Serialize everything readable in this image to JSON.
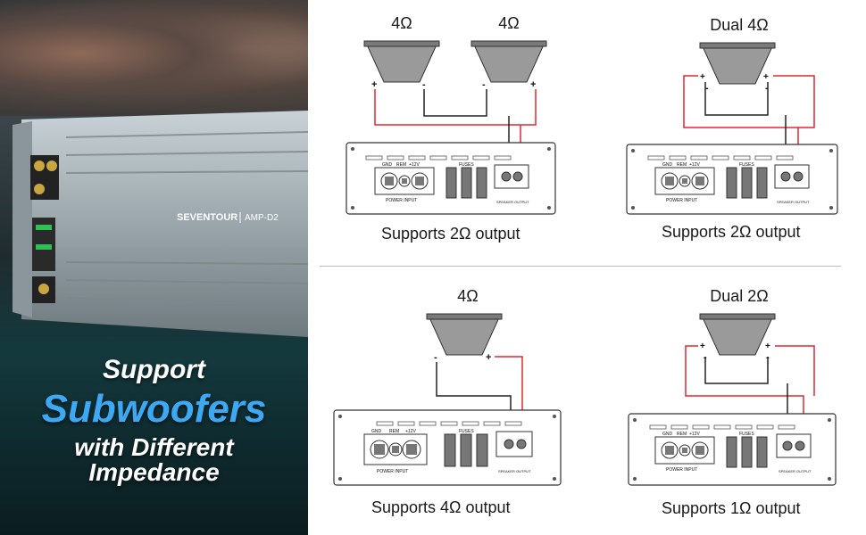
{
  "brand": {
    "logo_text": "SEVENTOUR",
    "model_label": "AMP-D2"
  },
  "tagline": {
    "line1": "Support",
    "line2": "Subwoofers",
    "line3": "with Different",
    "line4": "Impedance",
    "accent_color": "#3da9f5"
  },
  "panel_labels": {
    "gnd": "GND",
    "rem": "REM",
    "plus12v": "+12V",
    "fuses": "FUSES",
    "power_input": "POWER INPUT",
    "speaker_output": "SPEAKER OUTPUT",
    "plus": "+",
    "minus": "-"
  },
  "wire_colors": {
    "positive": "#e0282e",
    "negative": "#222222"
  },
  "diagrams": [
    {
      "speaker_labels": [
        "4Ω",
        "4Ω"
      ],
      "caption": "Supports  2Ω output"
    },
    {
      "speaker_labels": [
        "Dual 4Ω"
      ],
      "caption": "Supports  2Ω output"
    },
    {
      "speaker_labels": [
        "4Ω"
      ],
      "caption": "Supports  4Ω output"
    },
    {
      "speaker_labels": [
        "Dual 2Ω"
      ],
      "caption": "Supports  1Ω output"
    }
  ]
}
